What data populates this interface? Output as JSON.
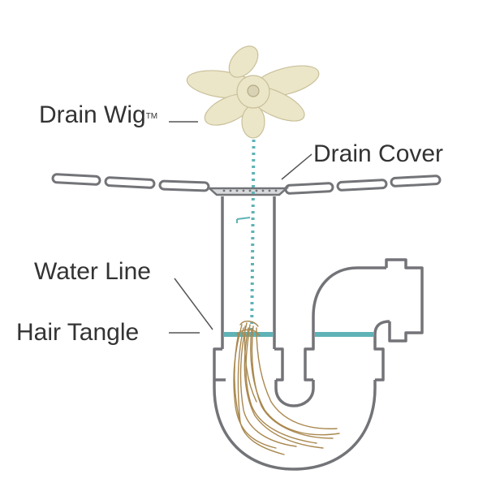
{
  "labels": {
    "drain_wig": "Drain Wig",
    "drain_wig_mark": "TM",
    "drain_cover": "Drain Cover",
    "water_line": "Water Line",
    "hair_tangle": "Hair Tangle"
  },
  "colors": {
    "pipe_stroke": "#737478",
    "pipe_fill": "#ffffff",
    "water": "#5fb2b6",
    "chain": "#5fb2b6",
    "flower": "#ece6c8",
    "flower_outline": "#c9c09a",
    "hair": "#a9884f",
    "text": "#333333"
  }
}
